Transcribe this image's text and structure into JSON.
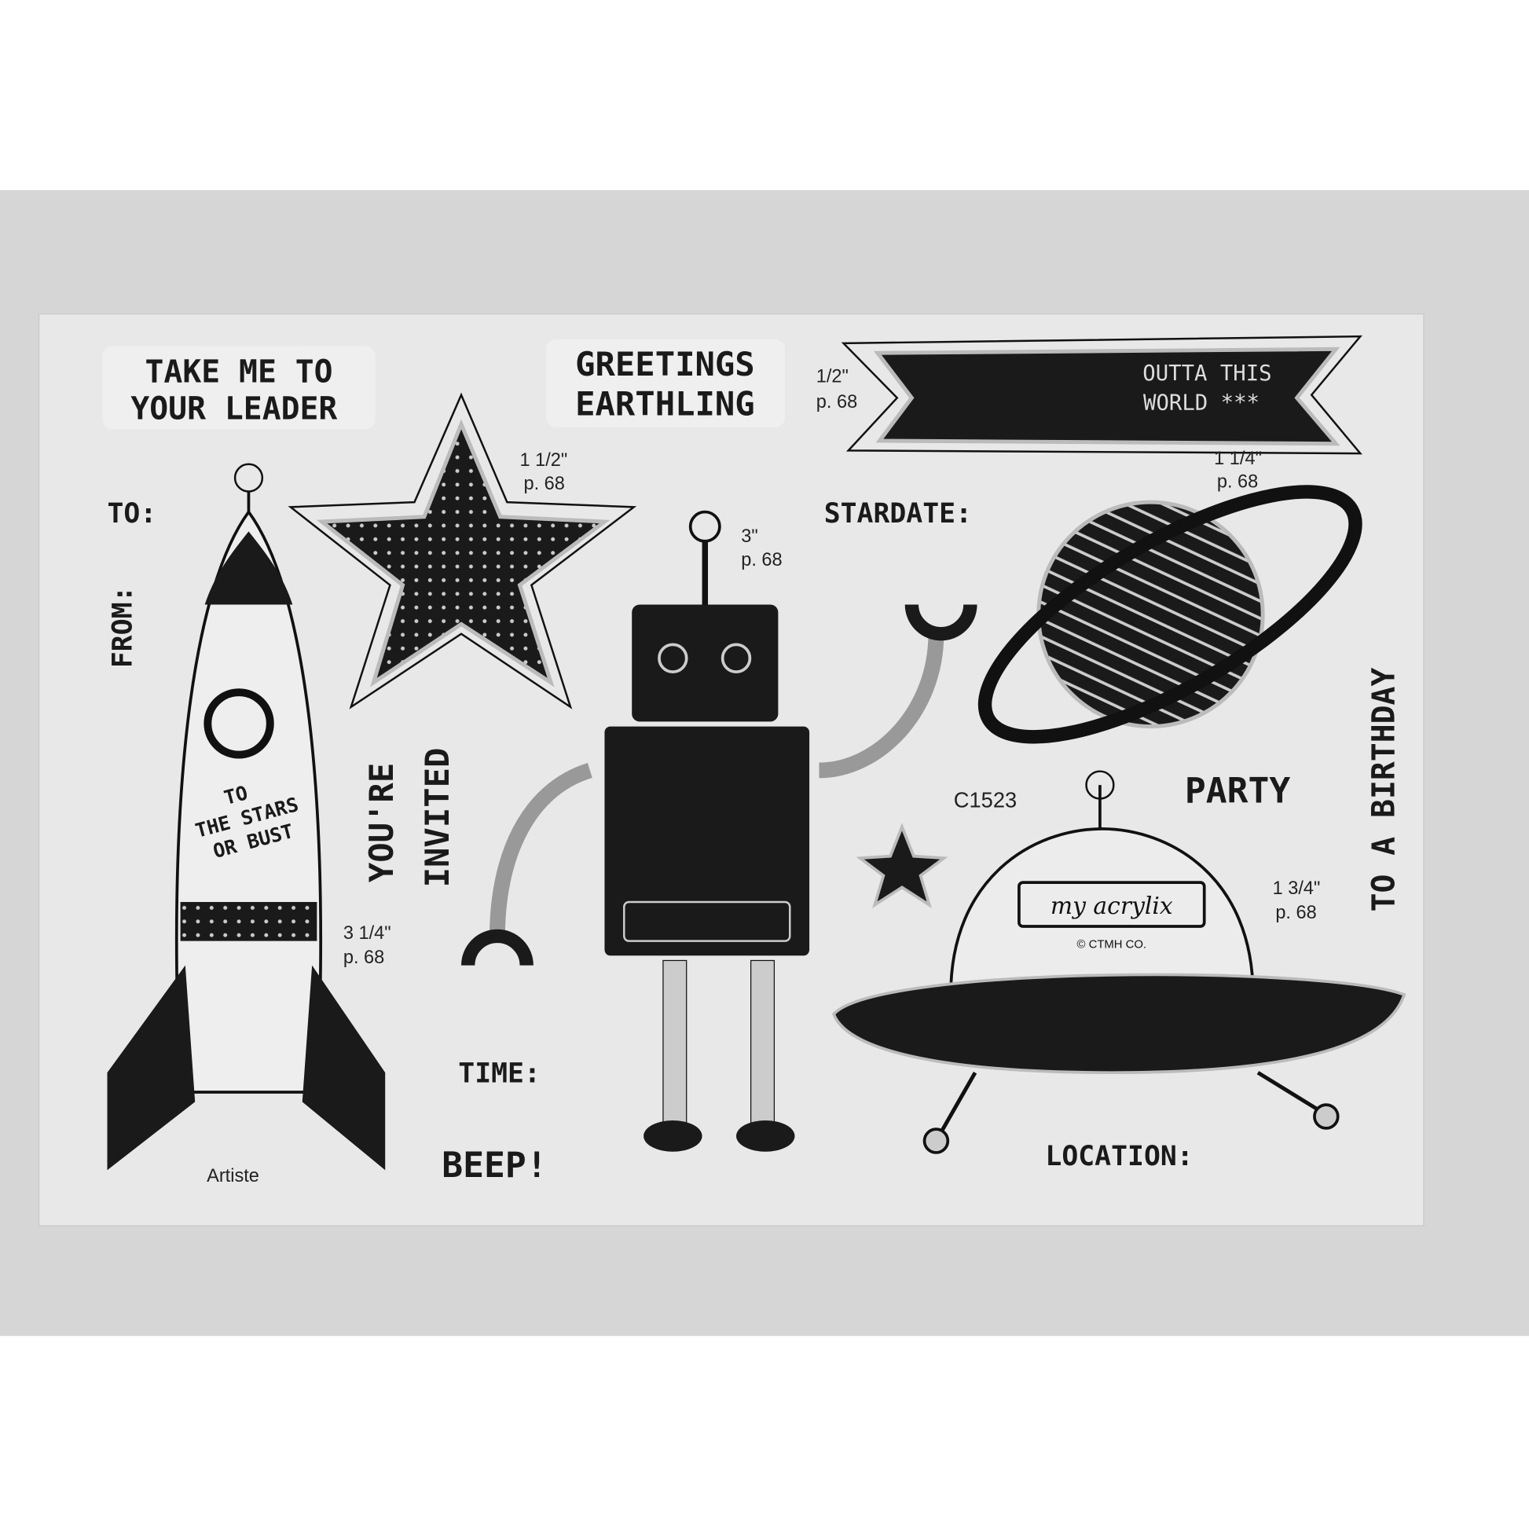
{
  "stamps": {
    "take_me": [
      "TAKE ME TO",
      "YOUR LEADER"
    ],
    "greetings": [
      "GREETINGS",
      "EARTHLING"
    ],
    "banner": [
      "OUTTA THIS",
      "WORLD ***"
    ],
    "to": "TO:",
    "from": "FROM:",
    "stardate": "STARDATE:",
    "youre_invited": [
      "YOU'RE",
      "INVITED"
    ],
    "rocket_text": [
      "TO",
      "THE STARS",
      "OR BUST"
    ],
    "c_code": "C1523",
    "party": "PARTY",
    "to_a_birthday": "TO A BIRTHDAY",
    "time": "TIME:",
    "beep": "BEEP!",
    "location": "LOCATION:",
    "artiste": "Artiste",
    "logo": "my acrylix",
    "copyright": "© CTMH CO."
  },
  "sizes": {
    "banner": [
      "1/2\"",
      "p. 68"
    ],
    "star": [
      "1 1/2\"",
      "p. 68"
    ],
    "planet": [
      "1 1/4\"",
      "p. 68"
    ],
    "robot": [
      "3\"",
      "p. 68"
    ],
    "ufo": [
      "1 3/4\"",
      "p. 68"
    ],
    "rocket": [
      "3 1/4\"",
      "p. 68"
    ]
  },
  "colors": {
    "ink": "#1a1a1a",
    "backdrop": "#d9d9d9",
    "sheet": "#e6e6e6"
  }
}
